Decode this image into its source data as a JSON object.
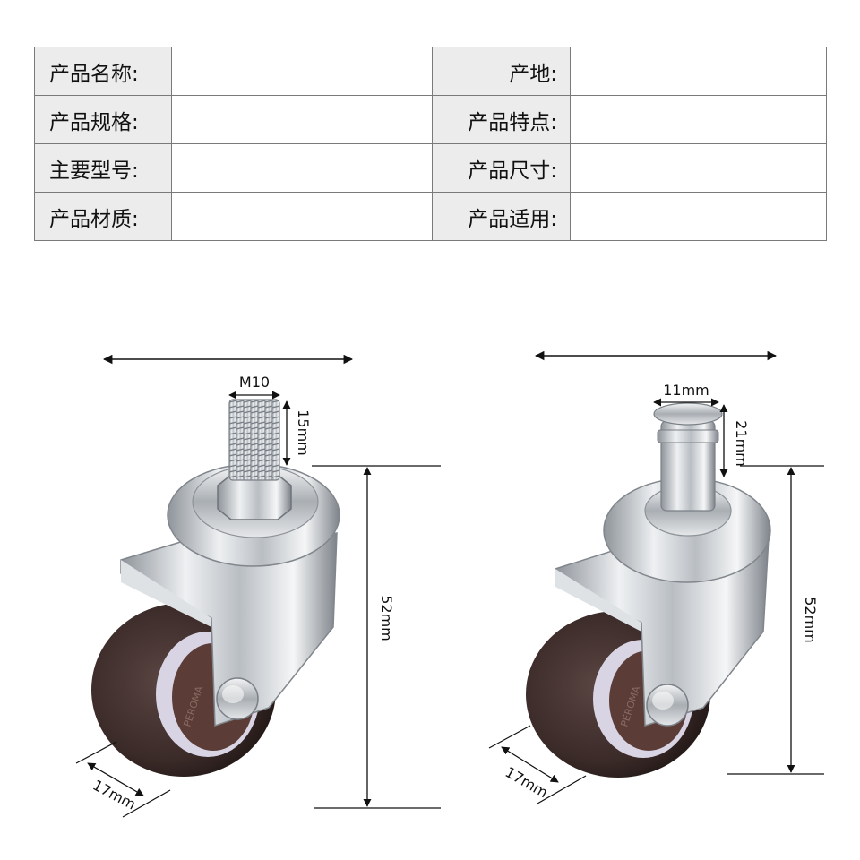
{
  "spec_table": {
    "rows": [
      {
        "left_label": "产品名称:",
        "left_value": "",
        "right_label": "产地:",
        "right_value": ""
      },
      {
        "left_label": "产品规格:",
        "left_value": "",
        "right_label": "产品特点:",
        "right_value": ""
      },
      {
        "left_label": "主要型号:",
        "left_value": "",
        "right_label": "产品尺寸:",
        "right_value": ""
      },
      {
        "left_label": "产品材质:",
        "left_value": "",
        "right_label": "产品适用:",
        "right_value": ""
      }
    ]
  },
  "figures": {
    "left": {
      "thread_label": "M10",
      "stem_height": "15mm",
      "total_height": "52mm",
      "wheel_width": "17mm",
      "wheel_mark": "PEROMA"
    },
    "right": {
      "stem_diameter": "11mm",
      "stem_height": "21mm",
      "total_height": "52mm",
      "wheel_width": "17mm",
      "wheel_mark": "PEROMA"
    }
  },
  "colors": {
    "table_border": "#7a7a7a",
    "label_bg": "#ececec",
    "wheel": "#3a2a28",
    "chrome": "#c8ccd0"
  }
}
